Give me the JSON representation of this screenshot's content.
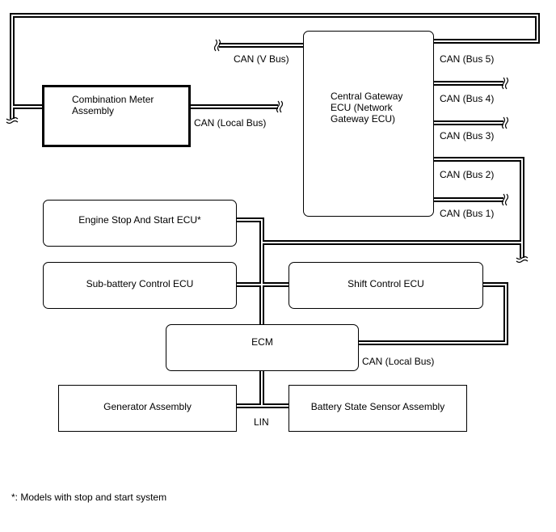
{
  "nodes": {
    "combination_meter": "Combination Meter\nAssembly",
    "central_gateway": "Central Gateway\nECU (Network\nGateway ECU)",
    "engine_stop_start": "Engine Stop And Start ECU*",
    "sub_battery": "Sub-battery Control ECU",
    "shift_control": "Shift Control ECU",
    "ecm": "ECM",
    "generator": "Generator Assembly",
    "battery_sensor": "Battery State Sensor Assembly"
  },
  "buses": {
    "v_bus": "CAN (V Bus)",
    "bus5": "CAN (Bus 5)",
    "bus4": "CAN (Bus 4)",
    "bus3": "CAN (Bus 3)",
    "bus2": "CAN (Bus 2)",
    "bus1": "CAN (Bus 1)",
    "local_bus_meter": "CAN (Local Bus)",
    "local_bus_ecm": "CAN (Local Bus)",
    "lin": "LIN"
  },
  "footnote": "*: Models with stop and start system"
}
